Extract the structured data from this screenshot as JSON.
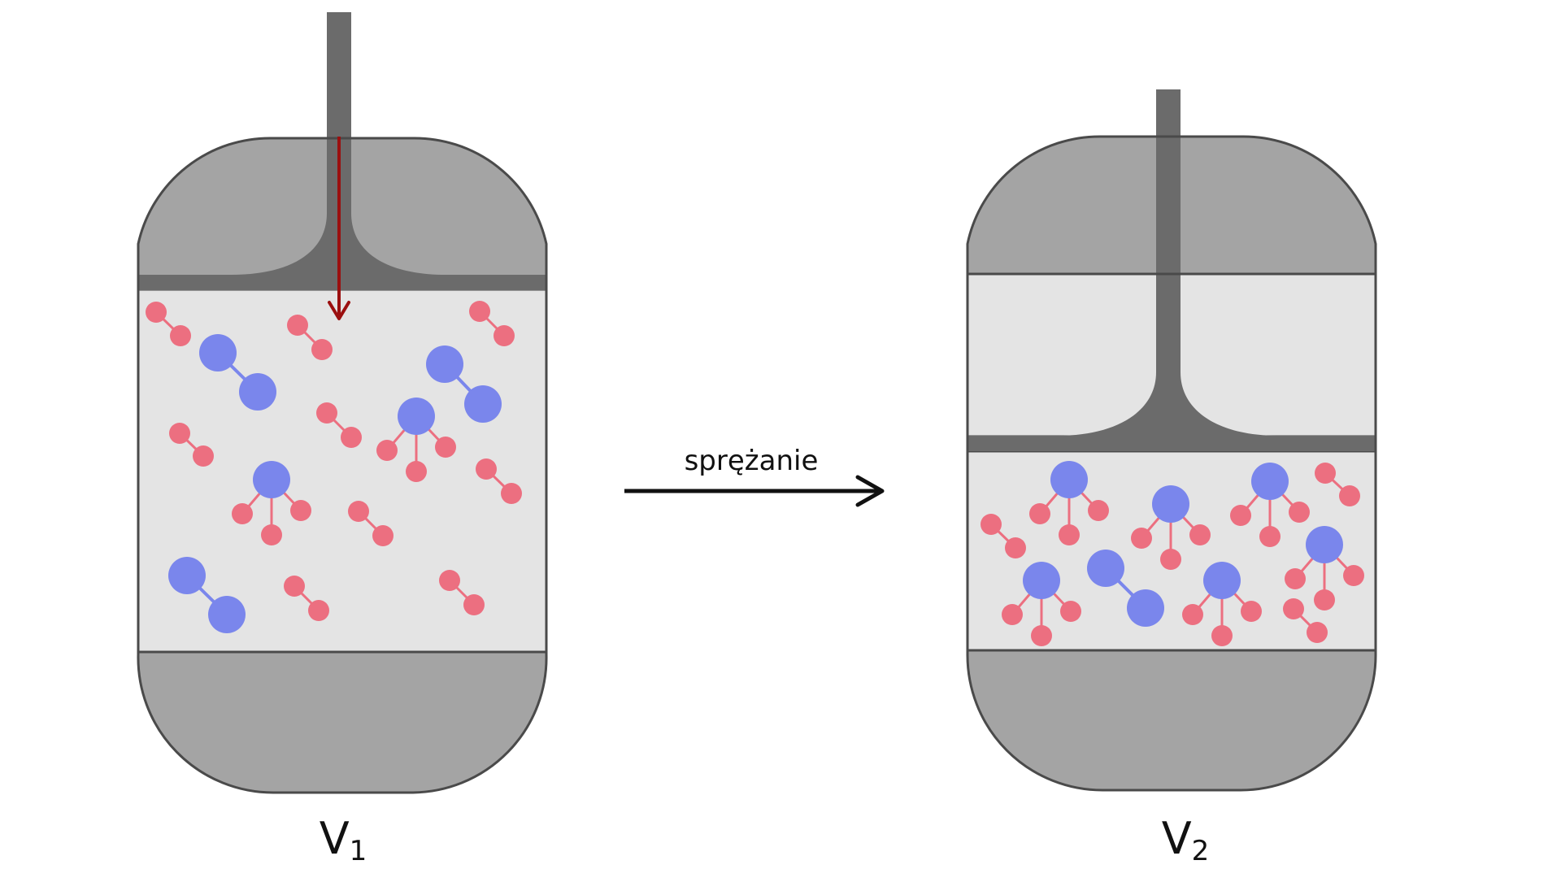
{
  "process_label": "sprężanie",
  "vessels": [
    {
      "symbol": "V",
      "subscript": "1"
    },
    {
      "symbol": "V",
      "subscript": "2"
    }
  ],
  "colors": {
    "wall": "#a4a4a4",
    "wall_stroke": "#4a4a4a",
    "piston": "#6b6b6b",
    "gas": "#e4e4e4",
    "large_atom": "#7a86ec",
    "small_atom": "#ec6f80",
    "push_arrow": "#9b0f0f",
    "process_arrow": "#111111"
  },
  "molecule_counts": {
    "before": {
      "diatomic_small": 9,
      "diatomic_large": 3,
      "tetra": 2
    },
    "after": {
      "diatomic_small": 3,
      "diatomic_large": 1,
      "tetra": 6
    }
  }
}
